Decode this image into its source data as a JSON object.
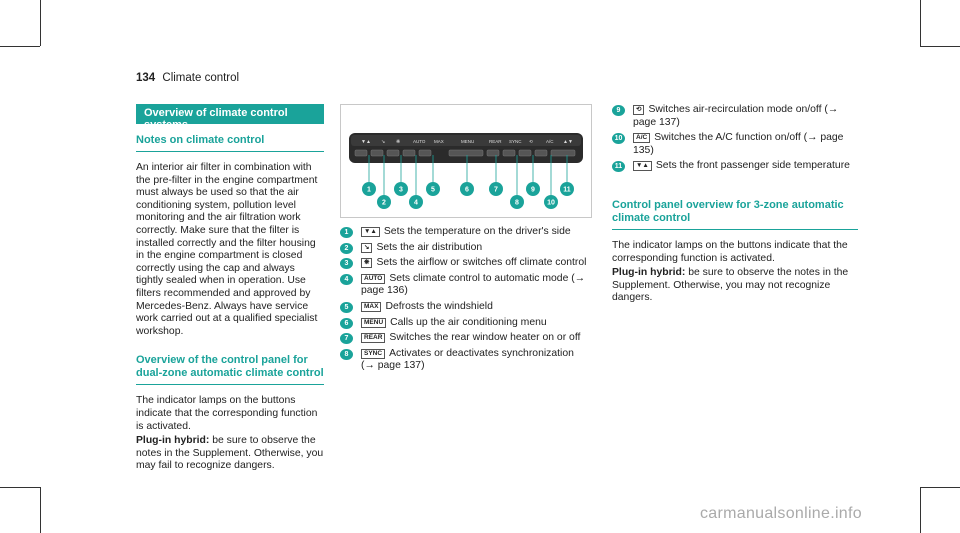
{
  "header": {
    "page_number": "134",
    "section": "Climate control"
  },
  "col1": {
    "bar_title": "Overview of climate control systems",
    "notes_heading": "Notes on climate control",
    "notes_text": "An interior air filter in combination with the pre-filter in the engine compartment must always be used so that the air conditioning system, pollution level monitoring and the air filtration work correctly. Make sure that the filter is installed correctly and the filter housing in the engine compartment is closed correctly using the cap and always tightly sealed when in operation. Use filters recommended and approved by Mercedes-Benz. Always have service work carried out at a qualified specialist workshop.",
    "dual_heading": "Overview of the control panel for dual-zone automatic climate control",
    "dual_text": "The indicator lamps on the buttons indicate that the corresponding function is activated.",
    "plugin_label": "Plug-in hybrid:",
    "plugin_text": " be sure to observe the notes in the Supplement. Otherwise, you may fail to recognize dangers."
  },
  "panel": {
    "button_labels": [
      "AUTO",
      "MENU",
      "SYNC",
      "A/C"
    ],
    "callouts": [
      "1",
      "2",
      "3",
      "4",
      "5",
      "6",
      "7",
      "8",
      "9",
      "10",
      "11"
    ]
  },
  "col2": {
    "items": [
      {
        "n": "1",
        "sym": "▼▲",
        "text": "Sets the temperature on the driver's side"
      },
      {
        "n": "2",
        "sym": "↘",
        "text": "Sets the air distribution"
      },
      {
        "n": "3",
        "sym": "❋",
        "text": "Sets the airflow or switches off climate control"
      },
      {
        "n": "4",
        "sym": "AUTO",
        "text": "Sets climate control to automatic mode (→ page 136)"
      },
      {
        "n": "5",
        "sym": "MAX",
        "text": "Defrosts the windshield"
      },
      {
        "n": "6",
        "sym": "MENU",
        "text": "Calls up the air conditioning menu"
      },
      {
        "n": "7",
        "sym": "REAR",
        "text": "Switches the rear window heater on or off"
      },
      {
        "n": "8",
        "sym": "SYNC",
        "text": "Activates or deactivates synchronization (→ page 137)"
      }
    ]
  },
  "col3": {
    "items": [
      {
        "n": "9",
        "sym": "⟲",
        "text": "Switches air-recirculation mode on/off (→ page 137)"
      },
      {
        "n": "10",
        "sym": "A/C",
        "text": "Switches the A/C function on/off (→ page 135)"
      },
      {
        "n": "11",
        "sym": "▼▲",
        "text": "Sets the front passenger side temperature"
      }
    ],
    "three_heading": "Control panel overview for 3-zone automatic climate control",
    "three_text": "The indicator lamps on the buttons indicate that the corresponding function is activated.",
    "plugin_label": "Plug-in hybrid:",
    "plugin_text": " be sure to observe the notes in the Supplement. Otherwise, you may not recognize dangers."
  },
  "footer": {
    "watermark": "carmanualsonline.info"
  },
  "colors": {
    "accent": "#1aa39a"
  }
}
